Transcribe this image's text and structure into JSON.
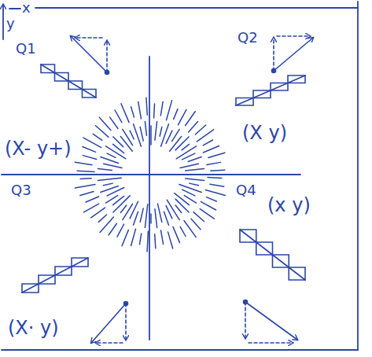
{
  "diagram": {
    "labels": [
      "x",
      "y",
      "Q1",
      "Q2",
      "(X- y+)",
      "(X y)",
      "Q3",
      "Q4",
      "(x y)",
      "(X· y)"
    ]
  }
}
